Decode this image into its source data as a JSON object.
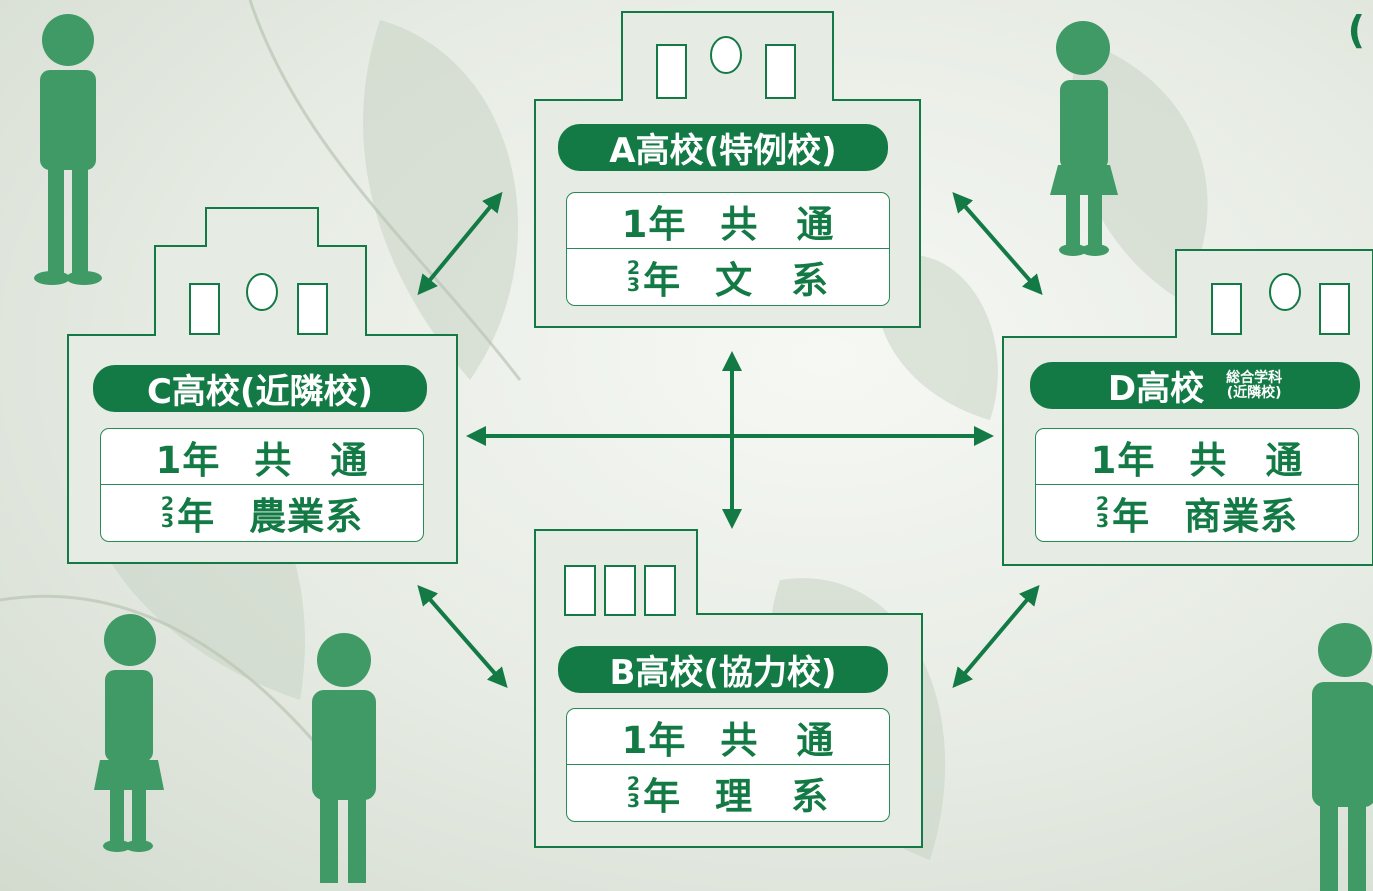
{
  "colors": {
    "green": "#137a45",
    "line": "#2a8a55",
    "building": "#e6ebe4"
  },
  "corner_mark": "(",
  "schools": {
    "a": {
      "title": "A高校(特例校)",
      "row1": {
        "year": "1年",
        "subject": "共　通"
      },
      "row2": {
        "frac_top": "2",
        "frac_bottom": "3",
        "year": "年",
        "subject": "文　系"
      }
    },
    "b": {
      "title": "B高校(協力校)",
      "row1": {
        "year": "1年",
        "subject": "共　通"
      },
      "row2": {
        "frac_top": "2",
        "frac_bottom": "3",
        "year": "年",
        "subject": "理　系"
      }
    },
    "c": {
      "title": "C高校(近隣校)",
      "row1": {
        "year": "1年",
        "subject": "共　通"
      },
      "row2": {
        "frac_top": "2",
        "frac_bottom": "3",
        "year": "年",
        "subject": "農業系"
      }
    },
    "d": {
      "title": "D高校",
      "title_note_line1": "総合学科",
      "title_note_line2": "(近隣校)",
      "row1": {
        "year": "1年",
        "subject": "共　通"
      },
      "row2": {
        "frac_top": "2",
        "frac_bottom": "3",
        "year": "年",
        "subject": "商業系"
      }
    }
  },
  "icons": {
    "students": "student-figure",
    "arrows": "double-headed-arrow"
  }
}
